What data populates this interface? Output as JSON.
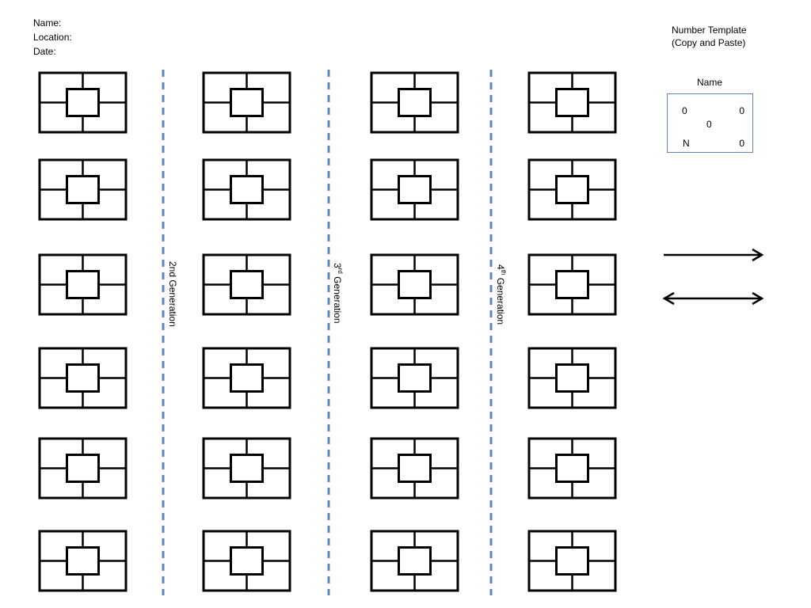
{
  "header": {
    "name_label": "Name:",
    "location_label": "Location:",
    "date_label": "Date:"
  },
  "template": {
    "title_line1": "Number Template",
    "title_line2": "(Copy and Paste)",
    "name": "Name",
    "top_left": "0",
    "top_right": "0",
    "center": "0",
    "bottom_left": "N",
    "bottom_right": "0"
  },
  "generations": [
    {
      "number": "2nd",
      "sup": "",
      "word": " Generation"
    },
    {
      "number": "3",
      "sup": "rd",
      "word": " Generation"
    },
    {
      "number": "4",
      "sup": "th",
      "word": " Generation"
    }
  ],
  "grid": {
    "columns": 4,
    "rows": 6
  },
  "colors": {
    "divider": "#5b86c4",
    "stroke": "#000000"
  },
  "arrows": [
    "right-arrow-icon",
    "double-arrow-icon"
  ]
}
